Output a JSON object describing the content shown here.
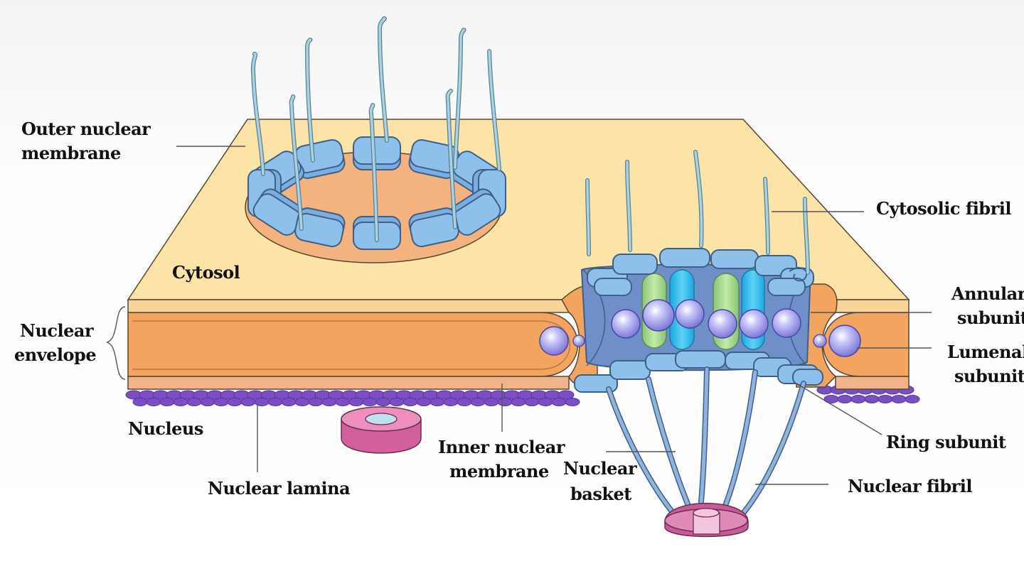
{
  "labels": {
    "outer_membrane": [
      "Outer nuclear",
      "membrane"
    ],
    "cytosol": "Cytosol",
    "nuclear_envelope": [
      "Nuclear",
      "envelope"
    ],
    "nucleus": "Nucleus",
    "nuclear_lamina": "Nuclear lamina",
    "inner_membrane": [
      "Inner nuclear",
      "membrane"
    ],
    "nuclear_basket": [
      "Nuclear",
      "basket"
    ],
    "nuclear_fibril": "Nuclear fibril",
    "ring_subunit": "Ring subunit",
    "lumenal_subunit": [
      "Lumenal",
      "subunit"
    ],
    "annular_subunit": [
      "Annular",
      "subunit"
    ],
    "cytosolic_fibril": "Cytosolic fibril"
  },
  "colors": {
    "membrane_top": "#fce4a8",
    "membrane_edge": "#f8d89a",
    "lumen": "#f3a55f",
    "pore_hole": "#f4b27f",
    "ring_blue": "#8ec0ec",
    "pore_body": "#6f8fc9",
    "channel_green": "#9fd68a",
    "channel_cyan": "#29b8ea",
    "bead": "#a7a4ee",
    "lamina": "#7b4fc4",
    "basket_ring": "#e08ab7",
    "fibril": "#9cc9d9"
  }
}
